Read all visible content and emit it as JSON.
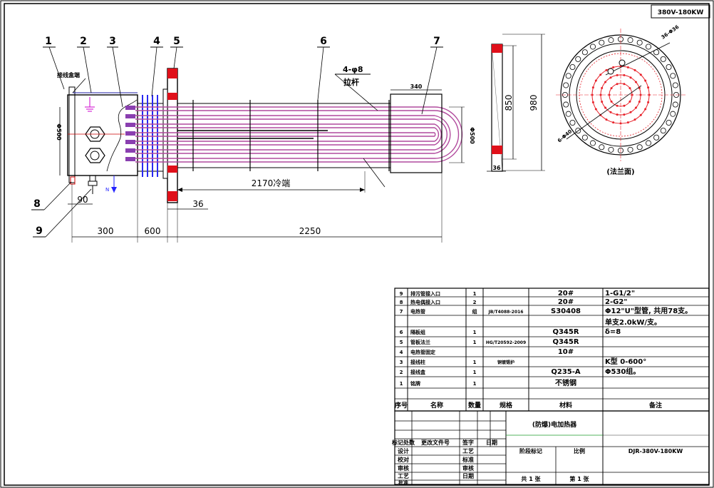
{
  "drawing_code": "380V-180KW",
  "balloons": [
    "1",
    "2",
    "3",
    "4",
    "5",
    "6",
    "7",
    "8",
    "9"
  ],
  "dims": {
    "d300": "300",
    "d600": "600",
    "d2250": "2250",
    "d2170": "2170冷端",
    "d36": "36",
    "d90": "90",
    "d850": "850",
    "d980": "980"
  },
  "notes": {
    "bracket": "4-φ8",
    "tie_rod": "拉杆",
    "flange_view": "(法兰面)"
  },
  "bom": [
    {
      "no": "9",
      "name": "排污管接入口",
      "qty": "1",
      "spec": "",
      "material": "20#",
      "note": "1-G1/2\""
    },
    {
      "no": "8",
      "name": "热电偶接入口",
      "qty": "2",
      "spec": "",
      "material": "20#",
      "note": "2-G2\""
    },
    {
      "no": "7",
      "name": "电热管",
      "qty": "组",
      "spec": "JB/T4088-2016",
      "material": "S30408",
      "note": "Φ12\"U\"型管, 共用78支。"
    },
    {
      "no": "",
      "name": "",
      "qty": "",
      "spec": "",
      "material": "",
      "note": "单支2.0kW/支。"
    },
    {
      "no": "6",
      "name": "隔板组",
      "qty": "1",
      "spec": "",
      "material": "Q345R",
      "note": "δ=8"
    },
    {
      "no": "5",
      "name": "管板法兰",
      "qty": "1",
      "spec": "HG/T20592-2009",
      "material": "Q345R",
      "note": ""
    },
    {
      "no": "4",
      "name": "电热管固定",
      "qty": "",
      "spec": "",
      "material": "10#",
      "note": ""
    },
    {
      "no": "3",
      "name": "接线柱",
      "qty": "1",
      "spec": "铜镀锡护",
      "material": "",
      "note": "K型 0-600°"
    },
    {
      "no": "2",
      "name": "接线盒",
      "qty": "1",
      "spec": "",
      "material": "Q235-A",
      "note": "Φ530组。"
    },
    {
      "no": "1",
      "name": "铭牌",
      "qty": "1",
      "spec": "",
      "material": "不锈钢",
      "note": ""
    }
  ],
  "bom_header": {
    "no": "序号",
    "name": "名称",
    "qty": "数量",
    "spec": "规格",
    "material": "材料",
    "note": "备注"
  },
  "title_block": {
    "product_name": "(防爆)电加热器",
    "drawing_no": "DJR-380V-180KW",
    "left_labels": [
      "标记处数",
      "设计",
      "校对",
      "审核",
      "工艺",
      "批准"
    ],
    "change_cols": [
      "更改文件号",
      "签字",
      "日期"
    ],
    "mid_labels": [
      "工艺",
      "标准",
      "审核",
      "日期"
    ],
    "stage_label": "阶段标记",
    "scale_label": "比例",
    "sheets_total": "共 1 张",
    "sheet_no": "第 1 张"
  },
  "colors": {
    "flange_red": "#e0101a",
    "heater_purple": "#b14a9d",
    "tube_blue": "#2a2af0",
    "circle_red": "#e8222a"
  }
}
